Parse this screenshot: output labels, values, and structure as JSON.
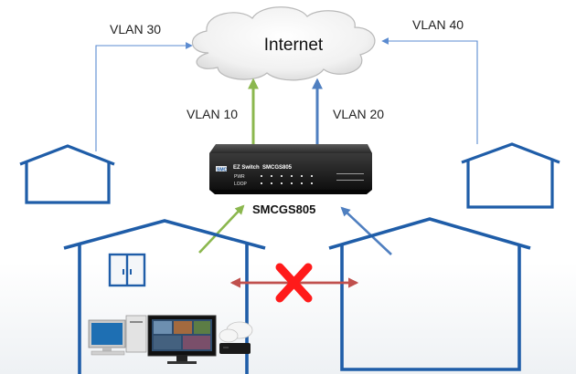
{
  "cloud": {
    "label": "Internet"
  },
  "vlans": {
    "top_left": "VLAN 30",
    "top_right": "VLAN 40",
    "green": "VLAN 10",
    "blue": "VLAN 20"
  },
  "switch": {
    "model_caption": "SMCGS805",
    "brand": "SMC",
    "series": "EZ Switch",
    "model": "SMCGS805",
    "port_label_pwr": "PWR",
    "port_label_loop": "LOOP"
  },
  "colors": {
    "green_arrow": "#8bb74e",
    "blue_arrow": "#4f7fc0",
    "thin_arrow": "#5b8bd0",
    "house_outline": "#1f5da8",
    "blocked_arrow": "#c0504d",
    "cross": "#ff1a1a"
  },
  "icons": {
    "cloud": "cloud-icon",
    "switch": "network-switch-icon",
    "cross": "blocked-cross-icon",
    "window": "window-icon",
    "pc": "desktop-pc-icon",
    "tv": "tv-icon",
    "settop": "set-top-box-icon"
  }
}
